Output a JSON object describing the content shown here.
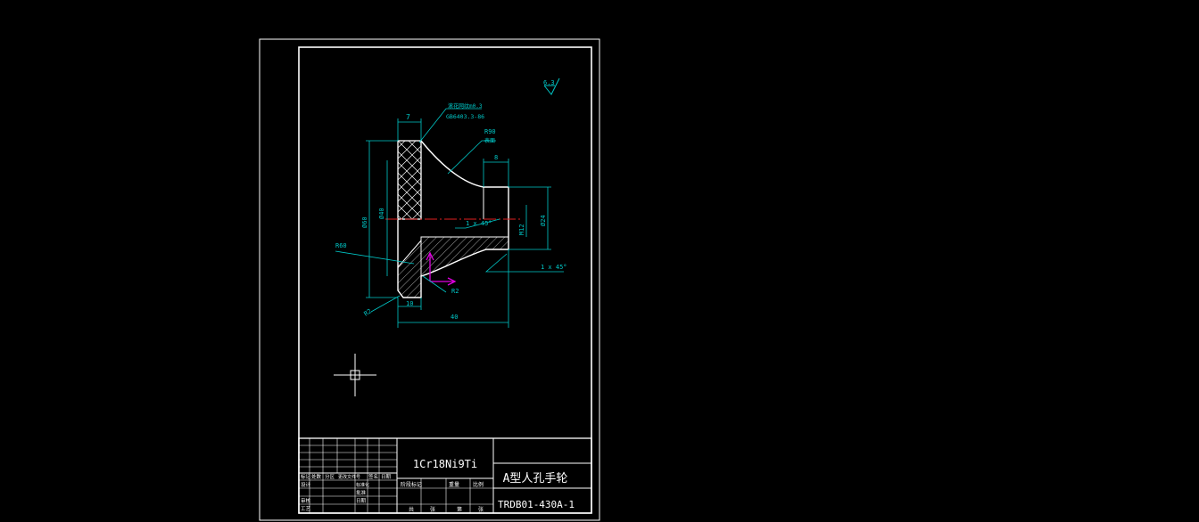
{
  "colors": {
    "background": "#000000",
    "frame": "#ffffff",
    "dimension": "#00c8c8",
    "outline": "#ffffff",
    "centerline": "#e02020",
    "axis": "#e000e0",
    "hatch": "#ffffff"
  },
  "drawing": {
    "roughness": "6.3",
    "dimensions": {
      "top_width": "7",
      "knurl_note": "滚花网纹m0.3",
      "knurl_standard": "GB6403.3-86",
      "radius_outer": "R90",
      "radius_outer_note": "表面",
      "hub_width": "8",
      "dia_60": "Ø60",
      "dia_40": "Ø40",
      "chamfer_inner": "1 x 45°",
      "dia_24": "Ø24",
      "dia_12": "M12",
      "radius_left": "R60",
      "radius_bottom_right": "R2",
      "radius_bottom_left": "R2",
      "chamfer_outer": "1 x 45°",
      "flange_width": "10",
      "overall_length": "40"
    }
  },
  "title_block": {
    "material": "1Cr18Ni9Ti",
    "part_name": "A型人孔手轮",
    "drawing_number": "TRDB01-430A-1",
    "header_row": [
      "标记",
      "处数",
      "分区",
      "更改文件号",
      "签名",
      "日期"
    ],
    "left_labels": [
      "设计",
      "审核",
      "工艺"
    ],
    "left_mid_labels": [
      "标准化",
      "批准",
      "日期"
    ],
    "stage_header": [
      "阶段标记",
      "重量",
      "比例"
    ],
    "sheet_labels": [
      "共",
      "张",
      "第",
      "张"
    ]
  }
}
